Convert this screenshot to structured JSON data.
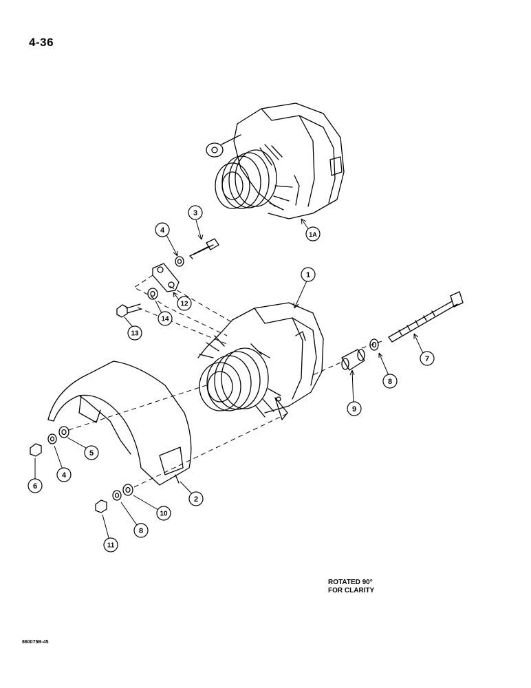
{
  "page": {
    "number": "4-36"
  },
  "note": {
    "line1": "ROTATED 90°",
    "line2": "FOR CLARITY"
  },
  "figure_code": "860075B-45",
  "callouts": {
    "c1": "1",
    "c1a": "1A",
    "c2": "2",
    "c3": "3",
    "c4a": "4",
    "c4b": "4",
    "c5": "5",
    "c6": "6",
    "c7": "7",
    "c8a": "8",
    "c8b": "8",
    "c9": "9",
    "c10": "10",
    "c11": "11",
    "c12": "12",
    "c13": "13",
    "c14": "14"
  },
  "colors": {
    "line": "#000000",
    "background": "#ffffff"
  }
}
